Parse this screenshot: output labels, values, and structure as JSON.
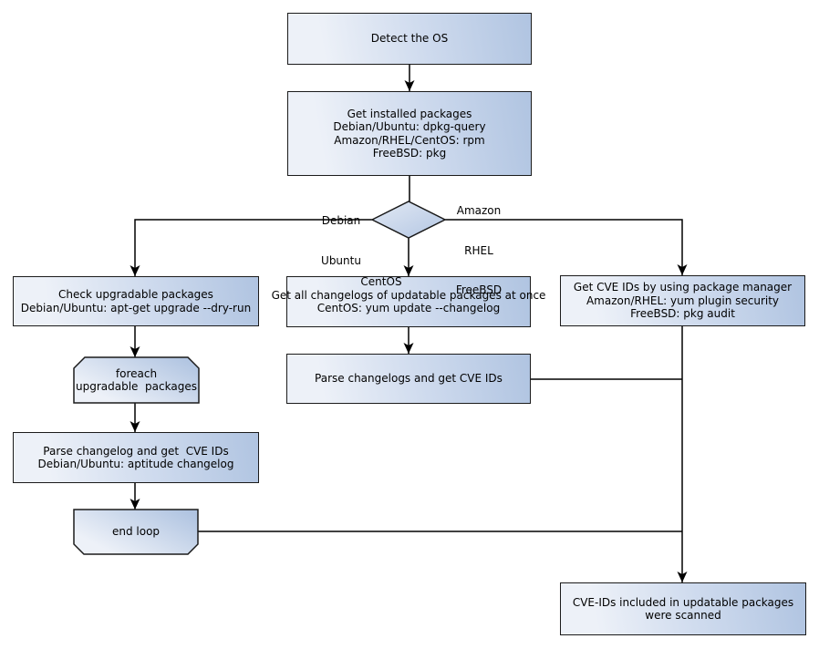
{
  "diagram": {
    "type": "flowchart",
    "topic": "OS package vulnerability (CVE) scan flow"
  },
  "nodes": {
    "detect_os": {
      "lines": [
        "Detect the OS"
      ]
    },
    "get_installed": {
      "lines": [
        "Get installed packages",
        "Debian/Ubuntu: dpkg-query",
        "Amazon/RHEL/CentOS: rpm",
        "FreeBSD: pkg"
      ]
    },
    "check_upgradable": {
      "lines": [
        "Check upgradable packages",
        "Debian/Ubuntu: apt-get upgrade --dry-run"
      ]
    },
    "foreach_loop": {
      "lines": [
        "foreach",
        "upgradable  packages"
      ]
    },
    "parse_changelog_deb": {
      "lines": [
        "Parse changelog and get  CVE IDs",
        "Debian/Ubuntu: aptitude changelog"
      ]
    },
    "end_loop": {
      "lines": [
        "end loop"
      ]
    },
    "get_all_changelogs": {
      "lines": [
        "Get all changelogs of updatable packages at once",
        "CentOS: yum update --changelog"
      ]
    },
    "parse_changelogs_centos": {
      "lines": [
        "Parse changelogs and get CVE IDs"
      ]
    },
    "get_cve_pkg_manager": {
      "lines": [
        "Get CVE IDs by using package manager",
        "Amazon/RHEL: yum plugin security",
        "FreeBSD: pkg audit"
      ]
    },
    "scanned_result": {
      "lines": [
        "CVE-IDs included in updatable packages",
        "were scanned"
      ]
    }
  },
  "edge_labels": {
    "debian_ubuntu": {
      "lines": [
        "Debian",
        "Ubuntu"
      ]
    },
    "amazon_rhel_freebsd": {
      "lines": [
        "Amazon",
        "RHEL",
        "FreeBSD"
      ]
    },
    "centos": {
      "lines": [
        "CentOS"
      ]
    }
  },
  "colors": {
    "node_fill_light": "#edf1f8",
    "node_fill_dark": "#b0c4e1",
    "node_border": "#1b1b1b",
    "connector": "#000000",
    "text": "#000000",
    "background": "#ffffff"
  }
}
